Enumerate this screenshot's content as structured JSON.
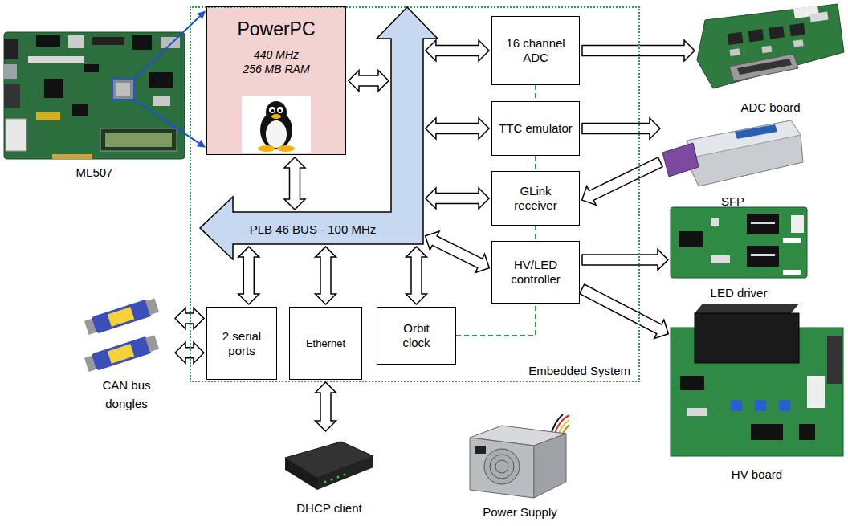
{
  "diagram": {
    "nodes": [
      {
        "text": [
          "Embedded System"
        ]
      },
      {
        "text": [
          "PowerPC",
          "440 MHz",
          "256 MB RAM"
        ],
        "in": 0
      },
      {
        "text": [
          "PLB 46 BUS - 100 MHz"
        ],
        "in": 0
      },
      {
        "text": [
          "16 channel ADC"
        ],
        "in": 0
      },
      {
        "text": [
          "TTC emulator"
        ],
        "in": 0
      },
      {
        "text": [
          "GLink receiver"
        ],
        "in": 0
      },
      {
        "text": [
          "HV/LED controller"
        ],
        "in": 0
      },
      {
        "text": [
          "2 serial ports"
        ],
        "in": 0
      },
      {
        "text": [
          "Ethernet"
        ],
        "in": 0
      },
      {
        "text": [
          "Orbit clock"
        ],
        "in": 0
      },
      {
        "text": [
          "ML507"
        ]
      },
      {
        "text": [
          "ADC board"
        ]
      },
      {
        "text": [
          "SFP"
        ]
      },
      {
        "text": [
          "LED driver"
        ]
      },
      {
        "text": [
          "HV board"
        ]
      },
      {
        "text": [
          "CAN bus dongles"
        ]
      },
      {
        "text": [
          "DHCP client"
        ]
      },
      {
        "text": [
          "Power Supply"
        ]
      }
    ],
    "edges": [
      {
        "from": 10,
        "to": 1,
        "arrow": "to"
      },
      {
        "from": 10,
        "to": 1,
        "arrow": "to"
      },
      {
        "from": 1,
        "to": 2,
        "arrow": "both"
      },
      {
        "from": 1,
        "to": 2,
        "arrow": "both"
      },
      {
        "from": 2,
        "to": 3,
        "arrow": "both"
      },
      {
        "from": 2,
        "to": 4,
        "arrow": "both"
      },
      {
        "from": 2,
        "to": 5,
        "arrow": "both"
      },
      {
        "from": 2,
        "to": 6,
        "arrow": "both"
      },
      {
        "from": 2,
        "to": 7,
        "arrow": "both"
      },
      {
        "from": 2,
        "to": 8,
        "arrow": "both"
      },
      {
        "from": 2,
        "to": 9,
        "arrow": "both"
      },
      {
        "from": 3,
        "to": 11,
        "arrow": "to"
      },
      {
        "from": 4,
        "to": 12,
        "arrow": "to"
      },
      {
        "from": 12,
        "to": 5,
        "arrow": "to"
      },
      {
        "from": 6,
        "to": 13,
        "arrow": "to"
      },
      {
        "from": 6,
        "to": 14,
        "arrow": "to"
      },
      {
        "from": 15,
        "to": 7,
        "arrow": "both"
      },
      {
        "from": 15,
        "to": 7,
        "arrow": "both"
      },
      {
        "from": 8,
        "to": 16,
        "arrow": "both"
      },
      {
        "from": 3,
        "to": 4,
        "arrow": "none"
      },
      {
        "from": 4,
        "to": 5,
        "arrow": "none"
      },
      {
        "from": 5,
        "to": 6,
        "arrow": "none"
      },
      {
        "from": 9,
        "to": 6,
        "arrow": "none"
      }
    ]
  }
}
